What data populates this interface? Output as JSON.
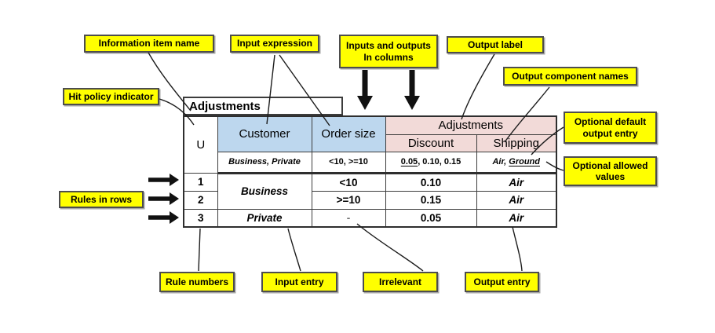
{
  "labels": {
    "information_item_name": "Information item name",
    "input_expression": "Input expression",
    "inputs_and_outputs_line1": "Inputs and outputs",
    "inputs_and_outputs_line2": "In columns",
    "output_label": "Output label",
    "output_component_names": "Output component names",
    "hit_policy_indicator": "Hit policy indicator",
    "optional_default_line1": "Optional default",
    "optional_default_line2": "output entry",
    "optional_allowed_line1": "Optional allowed",
    "optional_allowed_line2": "values",
    "rules_in_rows": "Rules in rows",
    "rule_numbers": "Rule numbers",
    "input_entry": "Input entry",
    "irrelevant": "Irrelevant",
    "output_entry": "Output entry"
  },
  "table": {
    "title": "Adjustments",
    "hit_policy": "U",
    "input_headers": {
      "customer": "Customer",
      "order_size": "Order size"
    },
    "output_label": "Adjustments",
    "output_components": {
      "discount": "Discount",
      "shipping": "Shipping"
    },
    "allowed_values": {
      "customer": "Business, Private",
      "order_size": "<10, >=10",
      "discount_default": "0.05",
      "discount_rest": ", 0.10, 0.15",
      "shipping_first": "Air, ",
      "shipping_default": "Ground"
    },
    "rules": [
      {
        "num": "1",
        "customer": "Business",
        "order_size": "<10",
        "discount": "0.10",
        "shipping": "Air"
      },
      {
        "num": "2",
        "order_size": ">=10",
        "discount": "0.15",
        "shipping": "Air"
      },
      {
        "num": "3",
        "customer": "Private",
        "order_size": "-",
        "discount": "0.05",
        "shipping": "Air"
      }
    ],
    "colors": {
      "input_header_bg": "#bdd7ee",
      "output_header_bg": "#f2dad8",
      "annotation_bg": "#ffff00"
    }
  }
}
